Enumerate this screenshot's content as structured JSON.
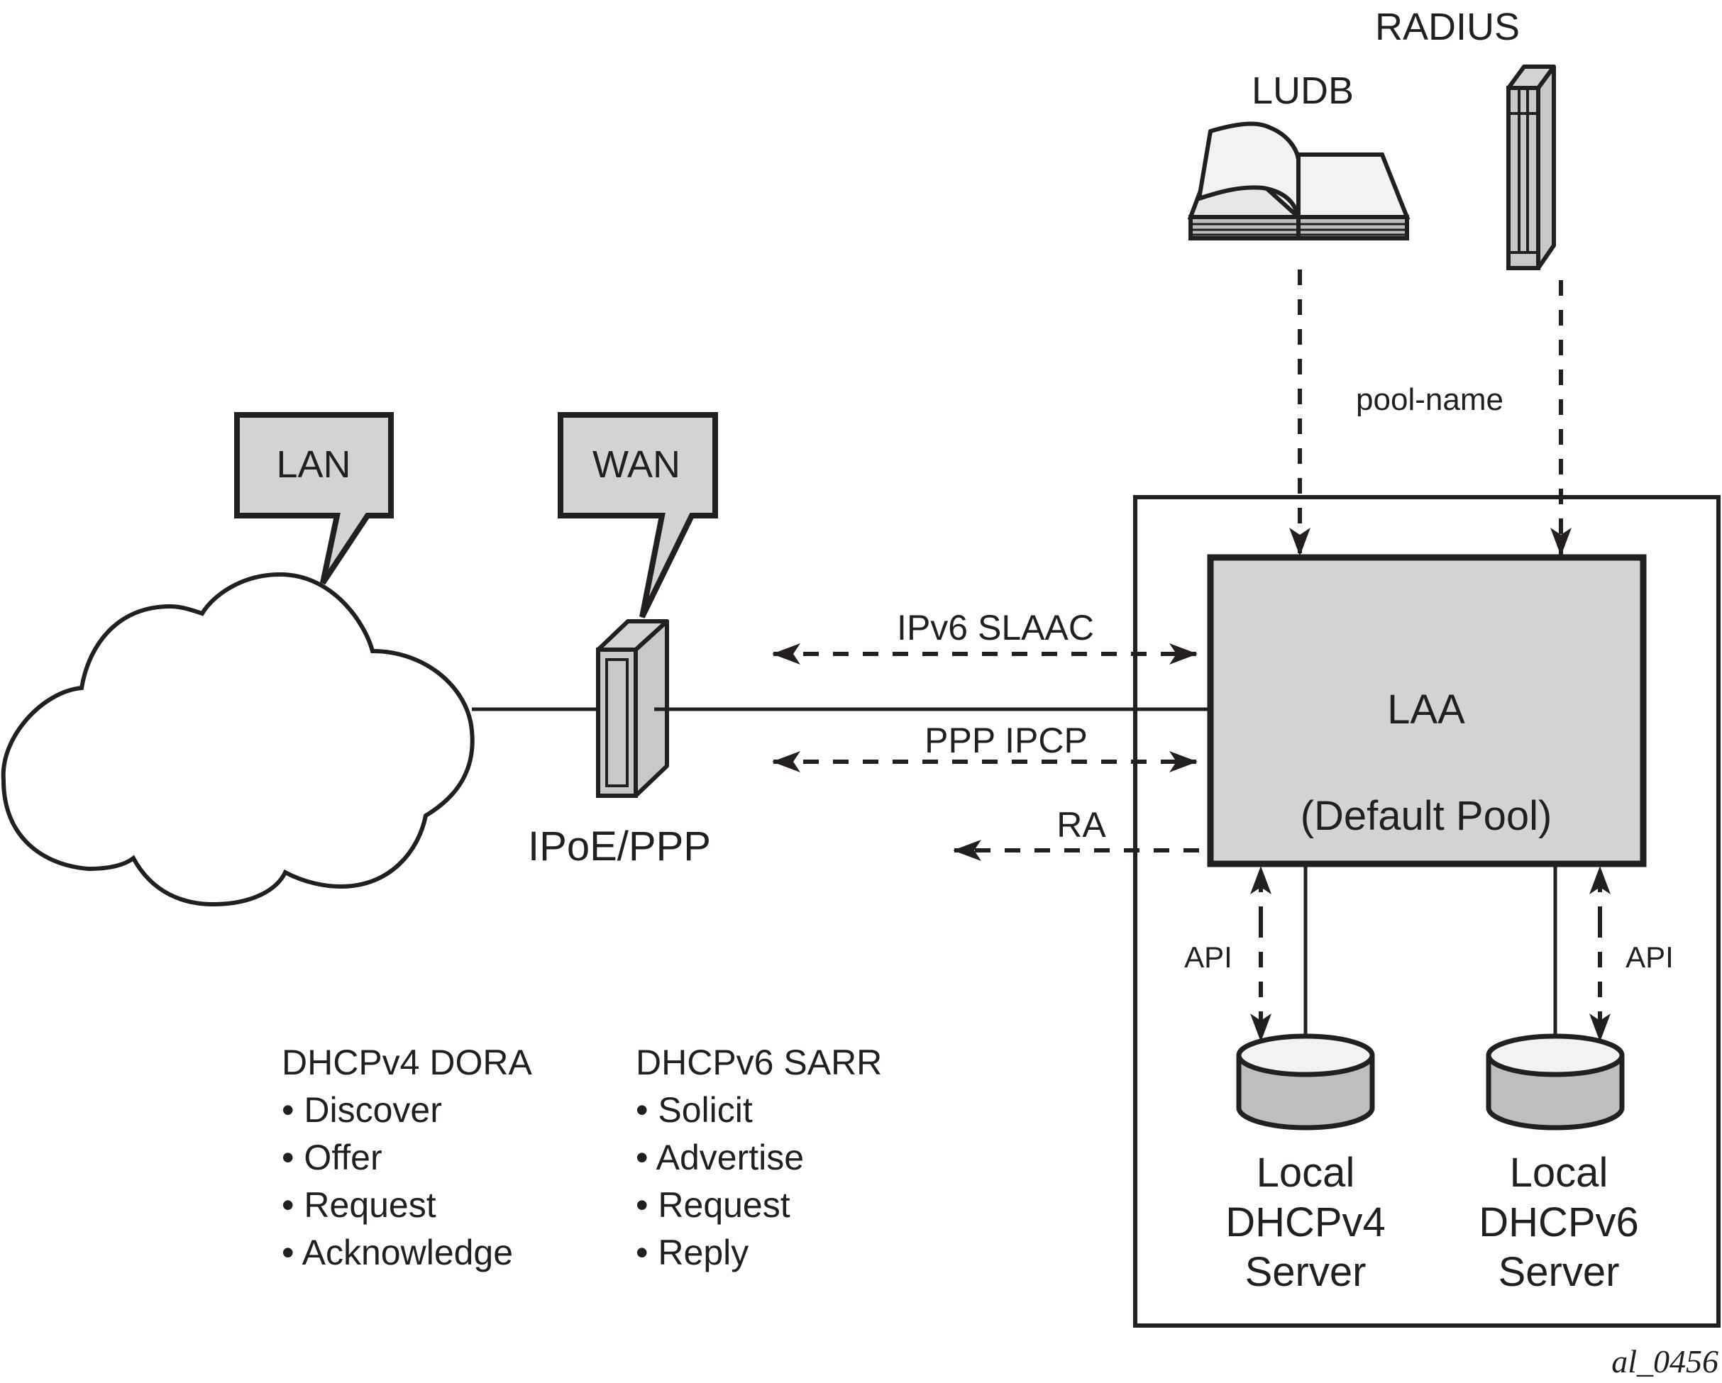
{
  "figure_id": "al_0456",
  "colors": {
    "ink": "#231f20",
    "box_fill": "#d1d3d4",
    "device_fill": "#c7c8ca",
    "page_fill": "#f1f2f2",
    "cylinder_body": "#bcbec0",
    "cylinder_top": "#f1f2f2"
  },
  "sources": {
    "ludb": {
      "label": "LUDB",
      "icon": "book-icon"
    },
    "radius": {
      "label": "RADIUS",
      "icon": "server-icon"
    },
    "pool_name_label": "pool-name"
  },
  "network": {
    "lan_callout": "LAN",
    "wan_callout": "WAN",
    "cloud_icon": "cloud-icon",
    "cpe_icon": "router-icon",
    "cpe_label": "IPoE/PPP"
  },
  "flows": [
    {
      "label": "IPv6 SLAAC",
      "direction": "bidirectional"
    },
    {
      "label": "PPP IPCP",
      "direction": "bidirectional"
    },
    {
      "label": "RA",
      "direction": "to-client"
    }
  ],
  "laa": {
    "title": "LAA",
    "subtitle": "(Default Pool)"
  },
  "servers": [
    {
      "line1": "Local",
      "line2": "DHCPv4",
      "line3": "Server",
      "api_label": "API",
      "icon": "database-icon"
    },
    {
      "line1": "Local",
      "line2": "DHCPv6",
      "line3": "Server",
      "api_label": "API",
      "icon": "database-icon"
    }
  ],
  "legends": [
    {
      "title": "DHCPv4 DORA",
      "items": [
        "• Discover",
        "• Offer",
        "• Request",
        "• Acknowledge"
      ]
    },
    {
      "title": "DHCPv6 SARR",
      "items": [
        "• Solicit",
        "• Advertise",
        "• Request",
        "• Reply"
      ]
    }
  ]
}
